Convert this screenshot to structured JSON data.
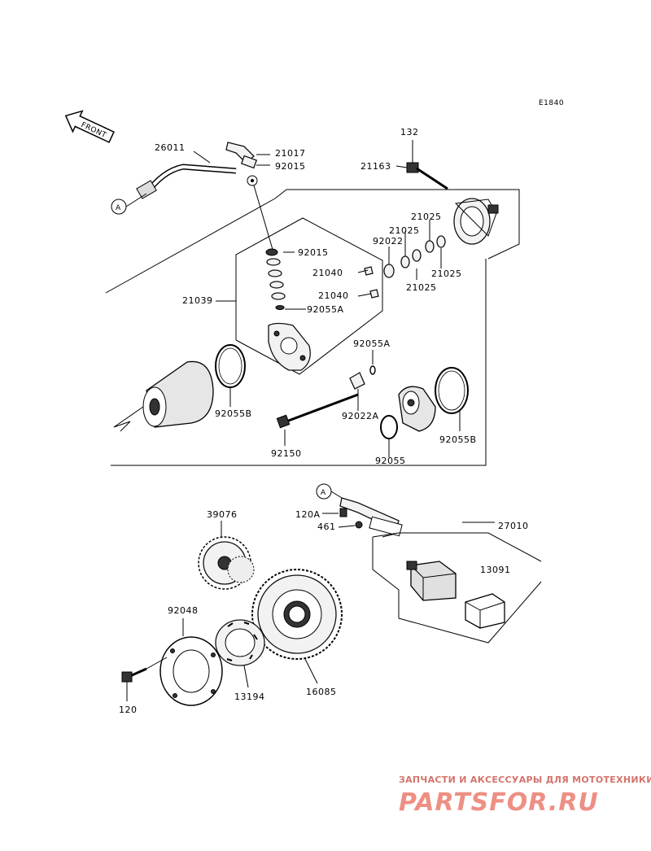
{
  "diagram_code": "E1840",
  "front_label": "FRONT",
  "ref_a": "A",
  "labels": {
    "p26011": "26011",
    "p21017": "21017",
    "p92015a": "92015",
    "p132": "132",
    "p21163": "21163",
    "p21025a": "21025",
    "p21025b": "21025",
    "p92022": "92022",
    "p21025c": "21025",
    "p21025d": "21025",
    "p92015b": "92015",
    "p21040a": "21040",
    "p21040b": "21040",
    "p21039": "21039",
    "p92055Aa": "92055A",
    "p92055Ab": "92055A",
    "p92055Ba": "92055B",
    "p92022A": "92022A",
    "p92055Bb": "92055B",
    "p92150": "92150",
    "p92055": "92055",
    "p120A": "120A",
    "p461": "461",
    "p27010": "27010",
    "p13091": "13091",
    "p39076": "39076",
    "p92048": "92048",
    "p120": "120",
    "p13194": "13194",
    "p16085": "16085"
  },
  "watermark": {
    "tagline": "ЗАПЧАСТИ И АКСЕССУАРЫ ДЛЯ МОТОТЕХНИКИ",
    "logo": "PARTSFOR.RU"
  }
}
